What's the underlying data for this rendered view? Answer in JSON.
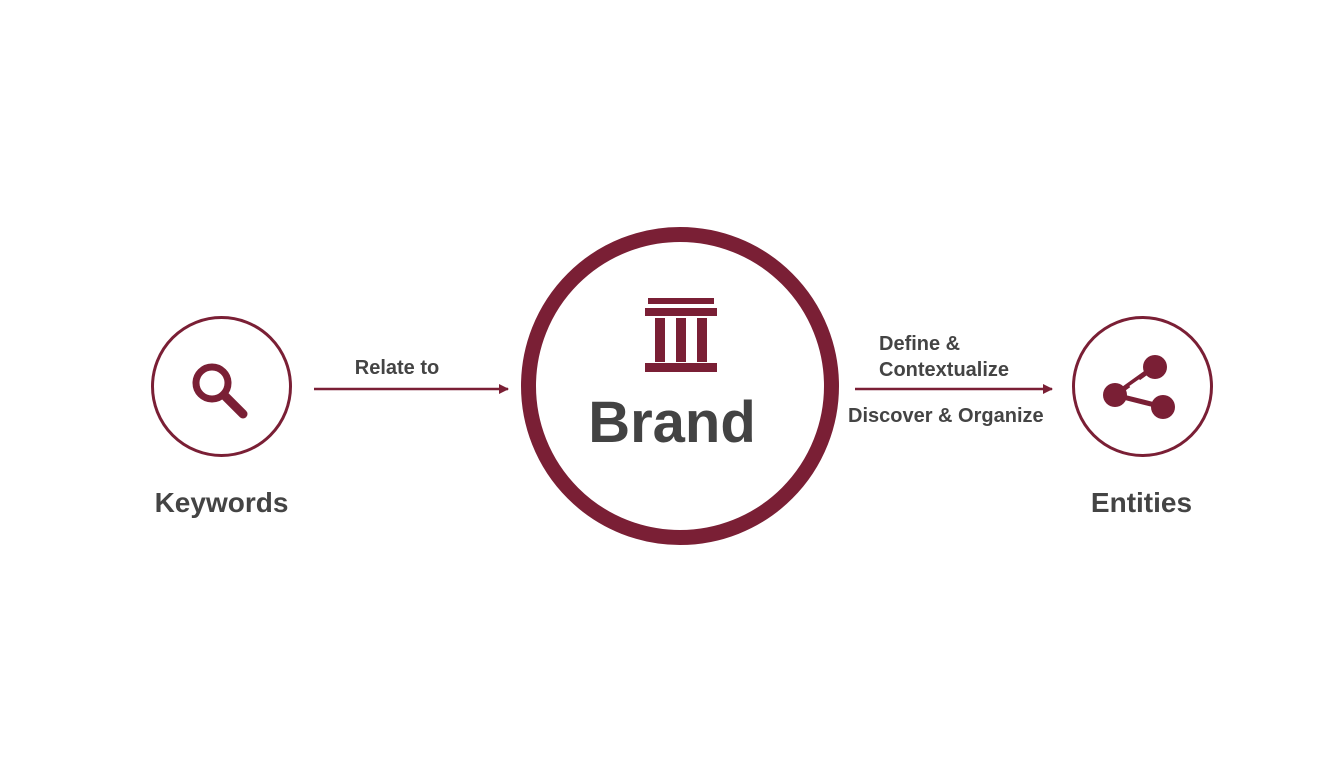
{
  "diagram": {
    "nodes": {
      "keywords": {
        "label": "Keywords",
        "icon": "search-icon"
      },
      "brand": {
        "label": "Brand",
        "icon": "institution-pillars-icon"
      },
      "entities": {
        "label": "Entities",
        "icon": "share-nodes-icon"
      }
    },
    "edges": [
      {
        "from": "keywords",
        "to": "brand",
        "label": "Relate to"
      },
      {
        "from": "brand",
        "to": "entities",
        "label": "Define &\nContextualize"
      },
      {
        "from": "brand",
        "to": "entities",
        "label": "Discover & Organize"
      }
    ],
    "colors": {
      "accent": "#7a1f35",
      "text": "#444444",
      "background": "#ffffff"
    }
  }
}
